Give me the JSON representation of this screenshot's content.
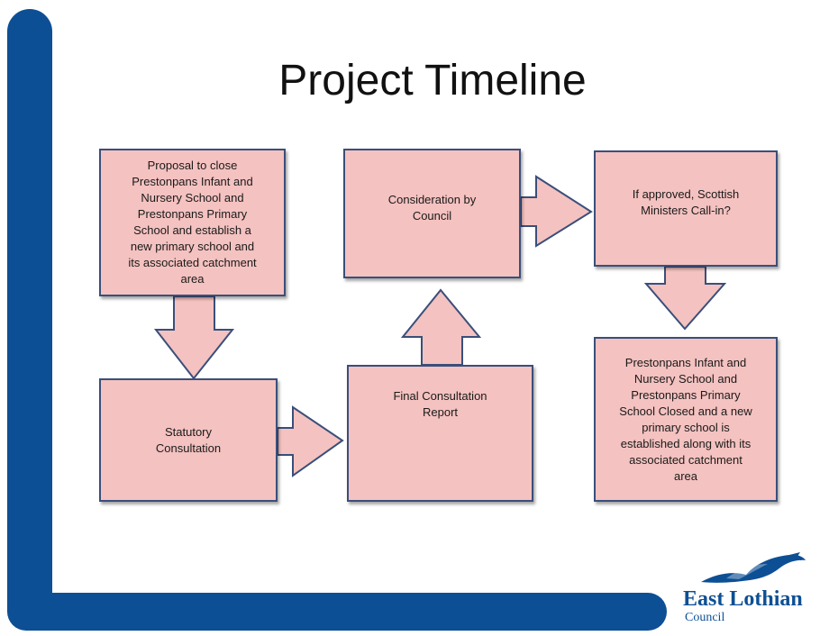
{
  "title": "Project Timeline",
  "boxes": {
    "proposal": [
      "Proposal to close",
      "Prestonpans Infant  and",
      "Nursery School and",
      "Prestonpans Primary",
      "School and establish a",
      "new primary school and",
      "its associated catchment",
      "area"
    ],
    "statutory": [
      "Statutory",
      "Consultation"
    ],
    "final_report": [
      "Final Consultation",
      "Report"
    ],
    "consideration": [
      "Consideration by",
      "Council"
    ],
    "ministers": [
      "If approved, Scottish",
      "Ministers Call-in?"
    ],
    "outcome": [
      "Prestonpans Infant  and",
      "Nursery School and",
      "Prestonpans Primary",
      "School Closed and a new",
      "primary school is",
      "established along with its",
      "associated catchment",
      "area"
    ]
  },
  "logo": {
    "name": "East Lothian",
    "subtitle": "Council"
  },
  "colors": {
    "frame": "#0d4f94",
    "box_fill": "#f4c2c0",
    "box_border": "#3a4f7a"
  }
}
